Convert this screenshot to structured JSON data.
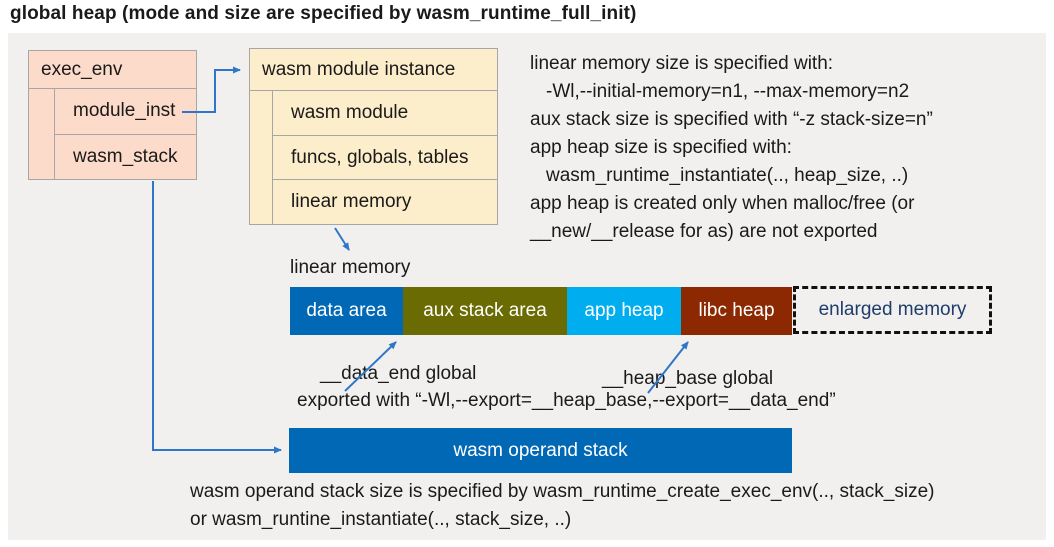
{
  "title": "global heap (mode and size are specified by wasm_runtime_full_init)",
  "exec_env": {
    "header": "exec_env",
    "rows": [
      "module_inst",
      "wasm_stack"
    ]
  },
  "module_instance": {
    "header": "wasm module instance",
    "rows": [
      "wasm module",
      "funcs, globals, tables",
      "linear memory"
    ]
  },
  "notes": {
    "lines": [
      "linear memory size is specified with:",
      "-Wl,--initial-memory=n1, --max-memory=n2",
      "aux stack size is specified with “-z stack-size=n”",
      "app heap size is specified with:",
      "wasm_runtime_instantiate(.., heap_size, ..)",
      "app heap is created only when malloc/free (or",
      "__new/__release for as) are not exported"
    ]
  },
  "linear_memory": {
    "label": "linear memory",
    "segments": [
      {
        "label": "data area",
        "color": "#0068b5"
      },
      {
        "label": "aux stack area",
        "color": "#6a6b03"
      },
      {
        "label": "app heap",
        "color": "#00aeef"
      },
      {
        "label": "libc heap",
        "color": "#8c2902"
      }
    ],
    "enlarged_label": "enlarged memory"
  },
  "annotations": {
    "data_end": "__data_end global",
    "heap_base": "__heap_base global",
    "exported": "exported with “-Wl,--export=__heap_base,--export=__data_end”"
  },
  "operand_stack": {
    "label": "wasm operand stack",
    "color": "#0068b5"
  },
  "footer": {
    "lines": [
      "wasm operand stack size is specified by wasm_runtime_create_exec_env(.., stack_size)",
      "or wasm_runtine_instantiate(.., stack_size, ..)"
    ]
  },
  "colors": {
    "panel_bg": "#f1f0ee",
    "exec_env_fill": "#fcdbca",
    "module_instance_fill": "#fdeecb",
    "box_border": "#a6a6a6",
    "arrow": "#2e77c8",
    "enlarged_text": "#1e3d6b",
    "dashed_border": "#111111"
  }
}
